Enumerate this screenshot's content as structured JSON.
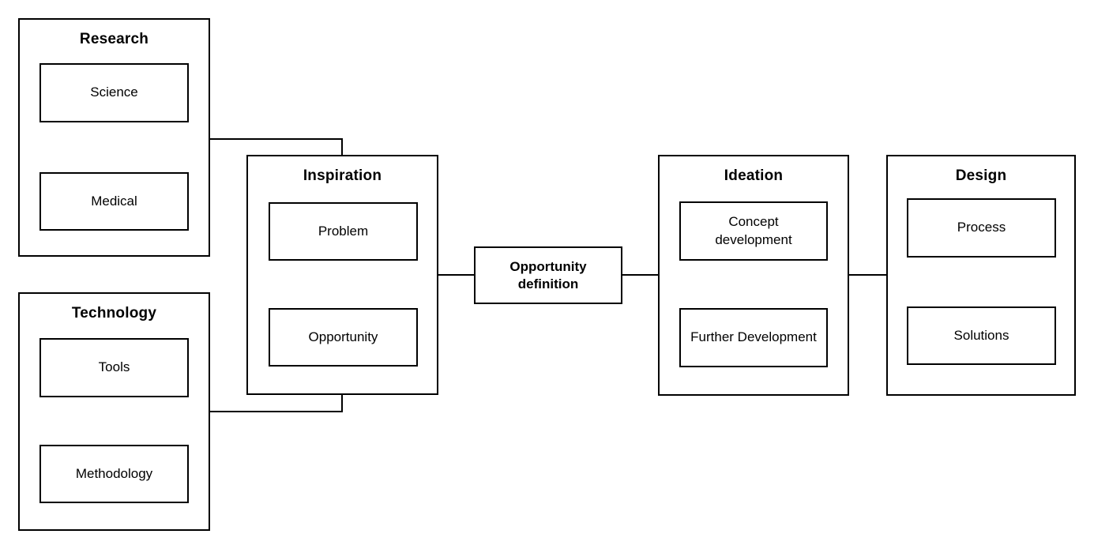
{
  "diagram": {
    "groups": [
      {
        "id": "research",
        "title": "Research",
        "items": [
          "Science",
          "Medical"
        ]
      },
      {
        "id": "technology",
        "title": "Technology",
        "items": [
          "Tools",
          "Methodology"
        ]
      },
      {
        "id": "inspiration",
        "title": "Inspiration",
        "items": [
          "Problem",
          "Opportunity"
        ]
      },
      {
        "id": "ideation",
        "title": "Ideation",
        "items": [
          "Concept development",
          "Further Development"
        ]
      },
      {
        "id": "design",
        "title": "Design",
        "items": [
          "Process",
          "Solutions"
        ]
      }
    ],
    "connector_node": {
      "label": "Opportunity definition"
    },
    "connections": [
      {
        "from": "Research",
        "to": "Inspiration"
      },
      {
        "from": "Technology",
        "to": "Inspiration"
      },
      {
        "from": "Inspiration",
        "to": "Opportunity definition"
      },
      {
        "from": "Opportunity definition",
        "to": "Ideation"
      },
      {
        "from": "Ideation",
        "to": "Design"
      }
    ],
    "colors": {
      "line": "#000000",
      "background": "#ffffff",
      "text": "#000000"
    }
  }
}
